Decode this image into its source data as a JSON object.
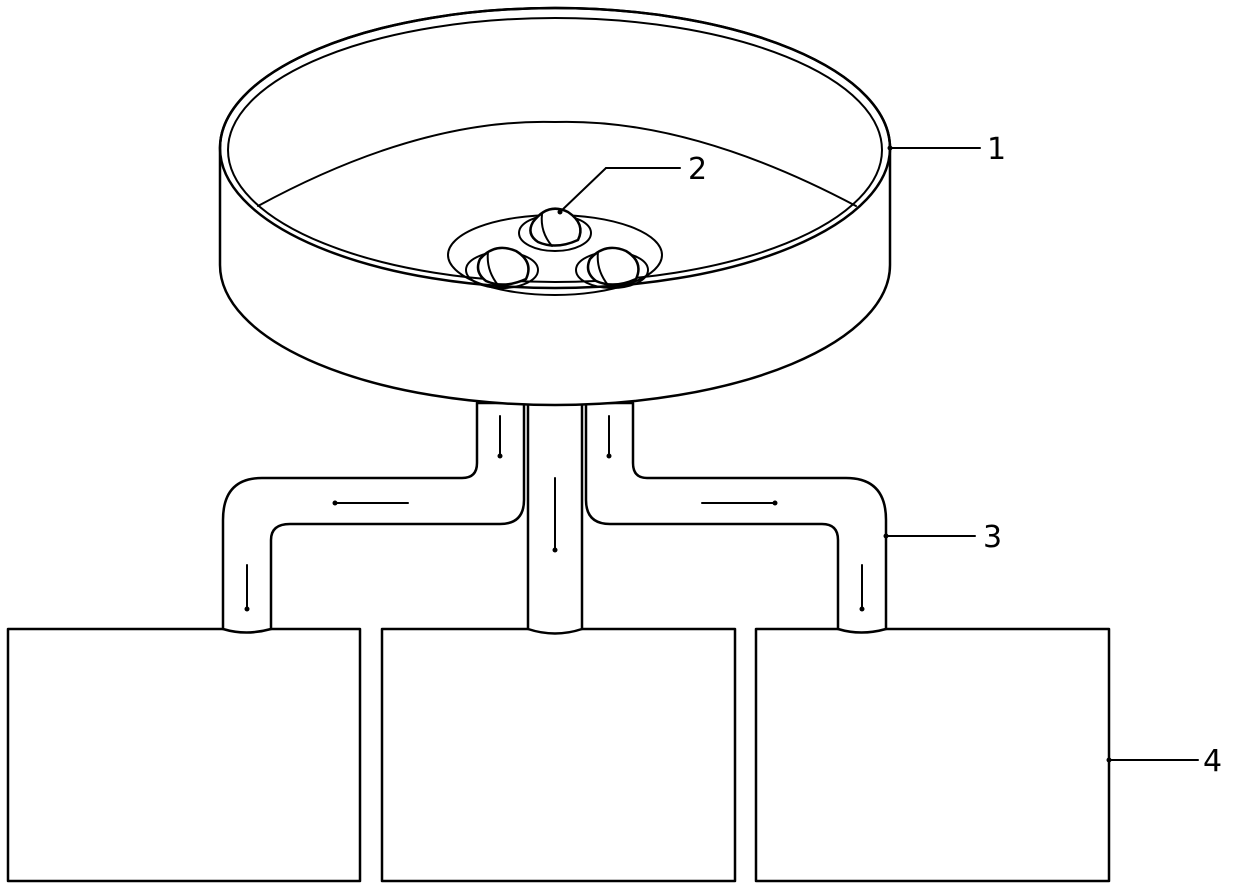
{
  "labels": {
    "bowl": "1",
    "nozzles": "2",
    "pipes": "3",
    "containers": "4"
  },
  "colors": {
    "line": "#000000",
    "background": "#ffffff"
  }
}
